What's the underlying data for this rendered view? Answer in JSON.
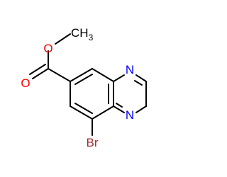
{
  "molecule": {
    "atoms": {
      "methyl": {
        "text": "CH",
        "subscript": "3",
        "color": "#000000"
      },
      "ether_oxygen": {
        "text": "O",
        "color": "#ff0000"
      },
      "carbonyl_oxygen": {
        "text": "O",
        "color": "#ff0000"
      },
      "nitrogen_top": {
        "text": "N",
        "color": "#0000ff"
      },
      "nitrogen_bottom": {
        "text": "N",
        "color": "#0000ff"
      },
      "bromine": {
        "text": "Br",
        "color": "#a52a2a"
      }
    },
    "bond_color": "#000000"
  }
}
